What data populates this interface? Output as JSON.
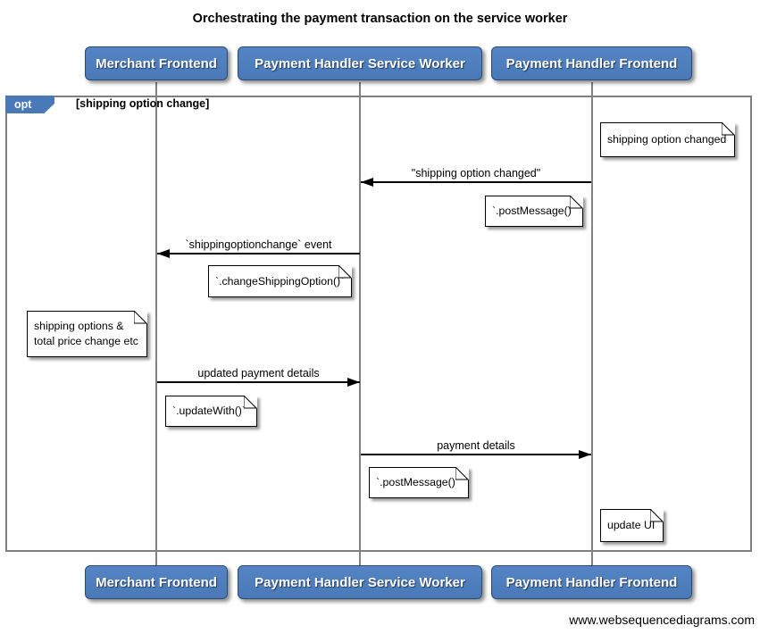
{
  "title": "Orchestrating the payment transaction on the service worker",
  "actors": [
    {
      "label": "Merchant Frontend"
    },
    {
      "label": "Payment Handler Service Worker"
    },
    {
      "label": "Payment Handler Frontend"
    }
  ],
  "opt_frame": {
    "operator": "opt",
    "guard": "[shipping option change]"
  },
  "notes": [
    {
      "text": "shipping option changed",
      "position": "right of Payment Handler Frontend lifeline"
    },
    {
      "text": "`.postMessage()`",
      "position": "left of Payment Handler Frontend lifeline"
    },
    {
      "text": "`.changeShippingOption()`",
      "position": "left of Payment Handler Service Worker lifeline"
    },
    {
      "text": "shipping options &\ntotal price change etc",
      "position": "left of Merchant Frontend lifeline"
    },
    {
      "text": "`.updateWith()`",
      "position": "right of Merchant Frontend lifeline"
    },
    {
      "text": "`.postMessage()`",
      "position": "right of Payment Handler Service Worker lifeline"
    },
    {
      "text": "update UI",
      "position": "right of Payment Handler Frontend lifeline"
    }
  ],
  "messages": [
    {
      "label": "\"shipping option changed\"",
      "from": "Payment Handler Frontend",
      "to": "Payment Handler Service Worker",
      "direction": "left"
    },
    {
      "label": "`shippingoptionchange` event",
      "from": "Payment Handler Service Worker",
      "to": "Merchant Frontend",
      "direction": "left"
    },
    {
      "label": "updated payment details",
      "from": "Merchant Frontend",
      "to": "Payment Handler Service Worker",
      "direction": "right"
    },
    {
      "label": "payment details",
      "from": "Payment Handler Service Worker",
      "to": "Payment Handler Frontend",
      "direction": "right"
    }
  ],
  "watermark": "www.websequencediagrams.com",
  "colors": {
    "actor_fill": "#4a79b8",
    "actor_border": "#2a4a72",
    "frame_border": "#7f7f7f",
    "lifeline": "#828282",
    "note_fill": "#ffffff",
    "arrow": "#000000",
    "text": "#000000"
  }
}
